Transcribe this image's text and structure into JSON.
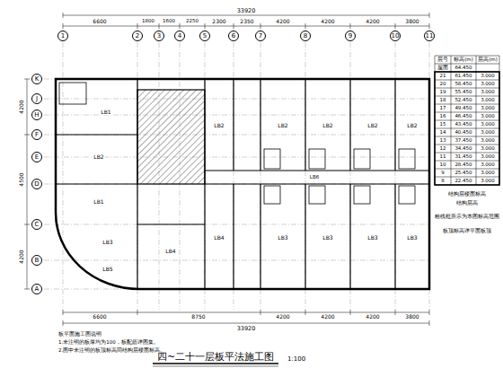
{
  "diagram": {
    "title": "四~二十一层板平法施工图",
    "nodes": [
      {
        "text": [
          "1"
        ]
      },
      {
        "text": [
          "2"
        ]
      },
      {
        "text": [
          "3"
        ]
      },
      {
        "text": [
          "4"
        ]
      },
      {
        "text": [
          "5"
        ]
      },
      {
        "text": [
          "6"
        ]
      },
      {
        "text": [
          "7"
        ]
      },
      {
        "text": [
          "8"
        ]
      },
      {
        "text": [
          "9"
        ]
      },
      {
        "text": [
          "10"
        ]
      },
      {
        "text": [
          "11"
        ]
      },
      {
        "text": [
          "K"
        ]
      },
      {
        "text": [
          "J"
        ]
      },
      {
        "text": [
          "H"
        ]
      },
      {
        "text": [
          "F"
        ]
      },
      {
        "text": [
          "E"
        ]
      },
      {
        "text": [
          "D"
        ]
      },
      {
        "text": [
          "C"
        ]
      },
      {
        "text": [
          "B"
        ]
      },
      {
        "text": [
          "A"
        ]
      }
    ],
    "labels": [
      "33920",
      "6600",
      "1800",
      "1600",
      "2250",
      "2300",
      "2350",
      "4200",
      "4200",
      "4200",
      "3800",
      "6600",
      "8750",
      "4200",
      "4200",
      "4200",
      "3800",
      "33920",
      "4200",
      "4500",
      "4200",
      "LB1",
      "LB2",
      "LB1",
      "LB3",
      "LB2",
      "LB2",
      "LB2",
      "LB2",
      "LB2",
      "LB3",
      "LB3",
      "LB3",
      "LB3",
      "LB4",
      "LB4",
      "LB5",
      "LB6",
      "层号",
      "标高(m)",
      "层高(m)",
      "屋面",
      "64.450",
      "",
      "21",
      "61.450",
      "3.000",
      "20",
      "58.450",
      "3.000",
      "19",
      "55.450",
      "3.000",
      "18",
      "52.450",
      "3.000",
      "17",
      "49.450",
      "3.000",
      "16",
      "46.450",
      "3.000",
      "15",
      "43.450",
      "3.000",
      "14",
      "40.450",
      "3.000",
      "13",
      "37.450",
      "3.000",
      "12",
      "34.450",
      "3.000",
      "11",
      "31.450",
      "3.000",
      "10",
      "28.450",
      "3.000",
      "9",
      "25.450",
      "3.000",
      "8",
      "22.450",
      "3.000",
      "结构层楼面标高",
      "结构层高",
      "粗线框所示为本图标高范围",
      "板顶标高详平面板顶",
      "板平面施工图说明",
      "1.未注明的板厚均为100，板配筋详图集。",
      "2.图中未注明的板顶标高同结构层楼面标高。",
      "1:100"
    ]
  }
}
